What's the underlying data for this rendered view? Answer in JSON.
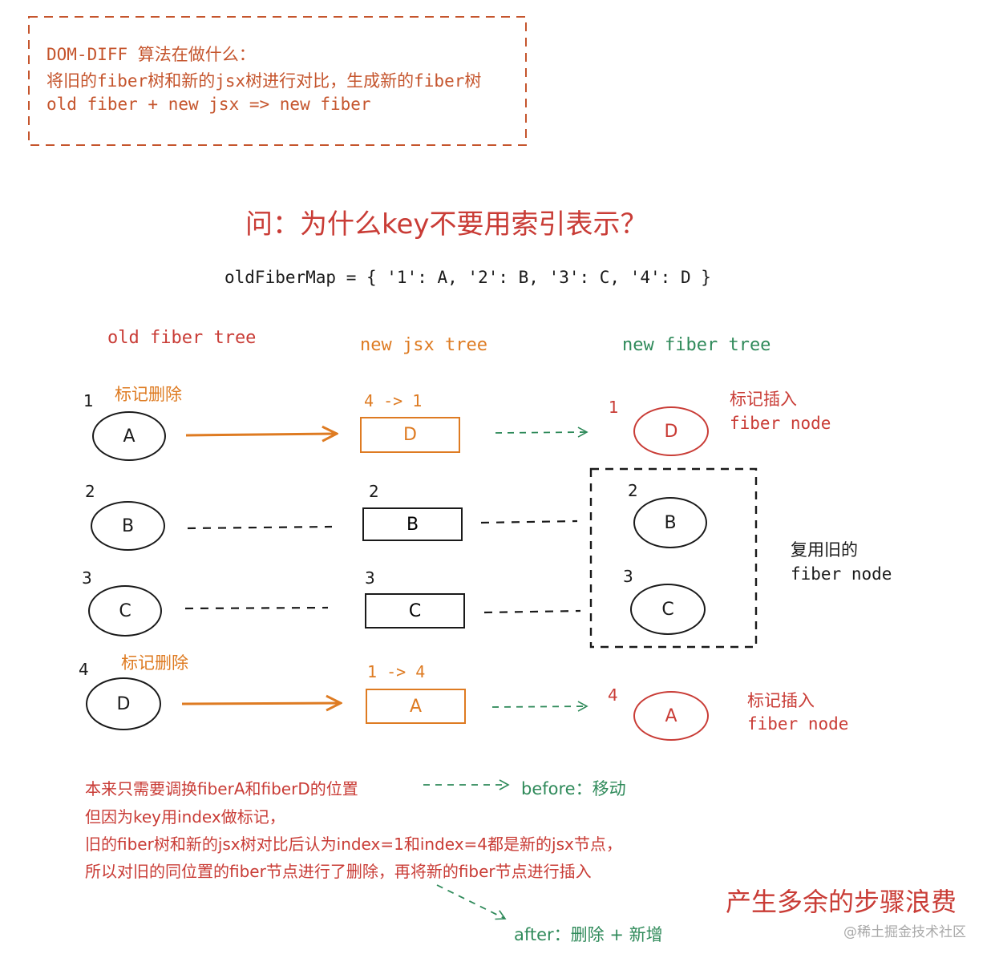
{
  "intro": {
    "line1": "DOM-DIFF 算法在做什么：",
    "line2": "将旧的fiber树和新的jsx树进行对比，生成新的fiber树",
    "line3": "old fiber + new jsx => new fiber"
  },
  "question": "问：为什么key不要用索引表示？",
  "map_text": "oldFiberMap = { '1': A, '2': B, '3': C, '4': D }",
  "columns": {
    "old": "old fiber tree",
    "jsx": "new jsx tree",
    "fiber": "new fiber tree"
  },
  "rows": [
    {
      "old_num": "1",
      "old_label": "A",
      "old_note": "标记删除",
      "jsx_num": "4 -> 1",
      "jsx_label": "D",
      "new_num": "1",
      "new_label": "D",
      "new_note_1": "标记插入",
      "new_note_2": "fiber node"
    },
    {
      "old_num": "2",
      "old_label": "B",
      "jsx_num": "2",
      "jsx_label": "B",
      "new_num": "2",
      "new_label": "B"
    },
    {
      "old_num": "3",
      "old_label": "C",
      "jsx_num": "3",
      "jsx_label": "C",
      "new_num": "3",
      "new_label": "C"
    },
    {
      "old_num": "4",
      "old_label": "D",
      "old_note": "标记删除",
      "jsx_num": "1 -> 4",
      "jsx_label": "A",
      "new_num": "4",
      "new_label": "A",
      "new_note_1": "标记插入",
      "new_note_2": "fiber node"
    }
  ],
  "reuse": {
    "line1": "复用旧的",
    "line2": "fiber node"
  },
  "explanation": {
    "line1": "本来只需要调换fiberA和fiberD的位置",
    "line2": "但因为key用index做标记，",
    "line3": "旧的fiber树和新的jsx树对比后认为index=1和index=4都是新的jsx节点，",
    "line4": "所以对旧的同位置的fiber节点进行了删除，再将新的fiber节点进行插入"
  },
  "before": "before：移动",
  "after": "after：删除 + 新增",
  "conclusion": "产生多余的步骤浪费",
  "watermark": "@稀土掘金技术社区",
  "colors": {
    "intro": "#c5552d",
    "question": "#c93c36",
    "orange": "#de7b22",
    "green": "#2f8a5a",
    "red": "#c93c36",
    "ink": "#1a1a1a"
  }
}
